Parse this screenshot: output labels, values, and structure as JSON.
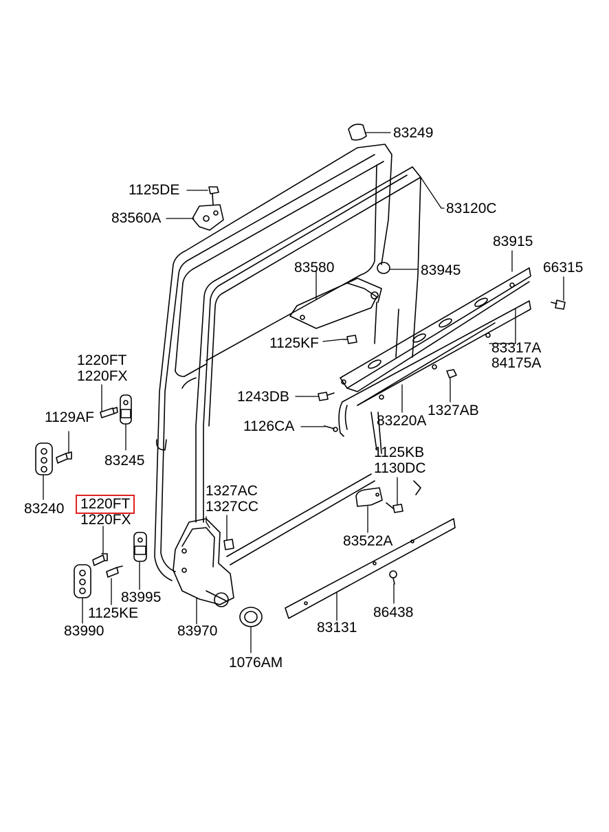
{
  "labels": {
    "l83249": "83249",
    "l1125DE": "1125DE",
    "l83560A": "83560A",
    "l83120C": "83120C",
    "l83915": "83915",
    "l66315": "66315",
    "l83580": "83580",
    "l83945": "83945",
    "l1125KF": "1125KF",
    "l83317A": "83317A",
    "l84175A": "84175A",
    "l1220FT_a": "1220FT",
    "l1220FX_a": "1220FX",
    "l1129AF": "1129AF",
    "l83245": "83245",
    "l1243DB": "1243DB",
    "l1327AB": "1327AB",
    "l83220A": "83220A",
    "l1126CA": "1126CA",
    "l1125KB": "1125KB",
    "l1130DC": "1130DC",
    "l83240": "83240",
    "l1327AC": "1327AC",
    "l1327CC": "1327CC",
    "l1220FT_b": "1220FT",
    "l1220FX_b": "1220FX",
    "l83522A": "83522A",
    "l83995": "83995",
    "l1125KE": "1125KE",
    "l83990": "83990",
    "l83970": "83970",
    "l86438": "86438",
    "l83131": "83131",
    "l1076AM": "1076AM"
  },
  "highlight_color": "#e02020"
}
